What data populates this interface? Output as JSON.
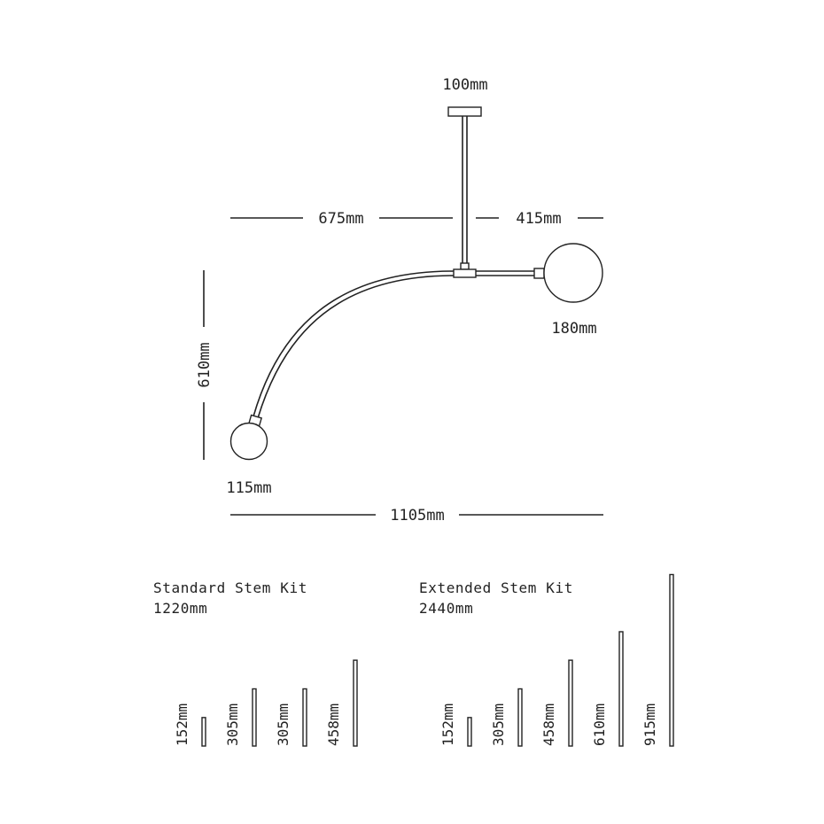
{
  "colors": {
    "ink": "#222222",
    "background": "#ffffff"
  },
  "dimensions": {
    "canopy_width": "100mm",
    "left_reach": "675mm",
    "right_reach": "415mm",
    "large_globe": "180mm",
    "drop_height": "610mm",
    "small_globe": "115mm",
    "overall_width": "1105mm"
  },
  "kits": [
    {
      "title": "Standard Stem Kit",
      "total": "1220mm",
      "stems": [
        {
          "label": "152mm",
          "length_mm": 152
        },
        {
          "label": "305mm",
          "length_mm": 305
        },
        {
          "label": "305mm",
          "length_mm": 305
        },
        {
          "label": "458mm",
          "length_mm": 458
        }
      ]
    },
    {
      "title": "Extended Stem Kit",
      "total": "2440mm",
      "stems": [
        {
          "label": "152mm",
          "length_mm": 152
        },
        {
          "label": "305mm",
          "length_mm": 305
        },
        {
          "label": "458mm",
          "length_mm": 458
        },
        {
          "label": "610mm",
          "length_mm": 610
        },
        {
          "label": "915mm",
          "length_mm": 915
        }
      ]
    }
  ]
}
